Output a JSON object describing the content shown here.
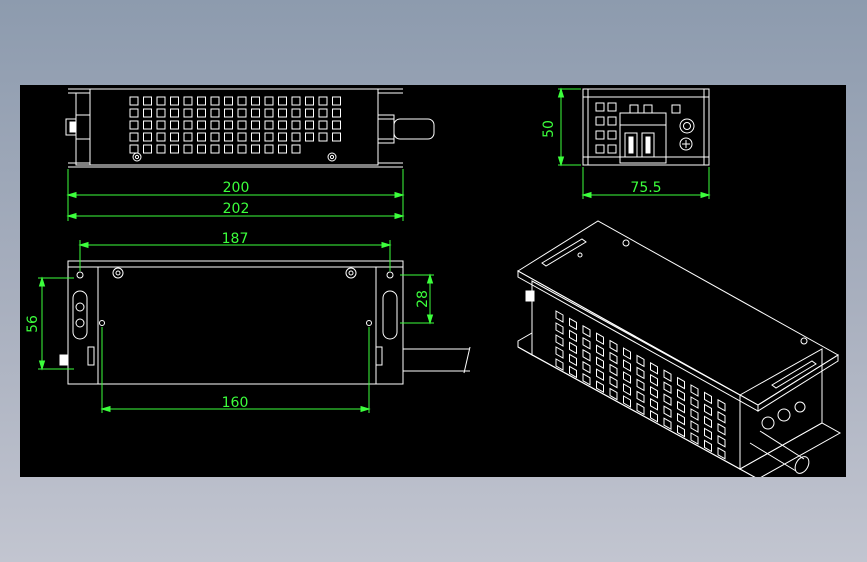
{
  "drawing": {
    "background": "#000000",
    "line_color": "#ffffff",
    "dimension_color": "#3cff3c",
    "dimensions": {
      "front_body_length": "200",
      "front_overall_length": "202",
      "plate_hole_spacing": "187",
      "bottom_hole_spacing": "160",
      "plate_height": "56",
      "slot_length": "28",
      "end_height": "50",
      "end_width": "75.5"
    }
  }
}
